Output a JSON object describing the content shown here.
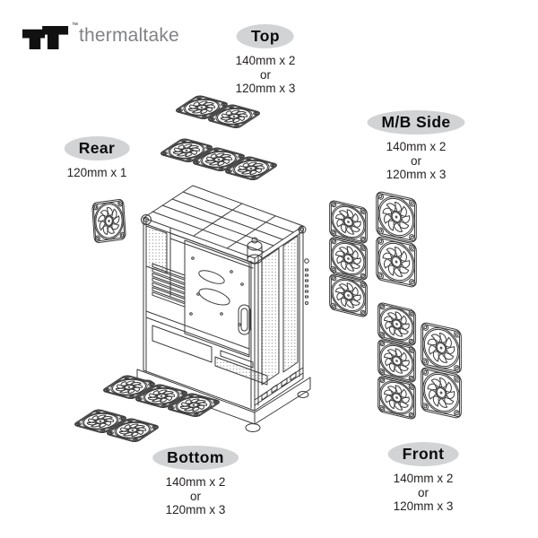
{
  "brand": {
    "name": "thermaltake",
    "trademark": "™",
    "logo_icon": "thermaltake-tt-logo"
  },
  "labels": [
    {
      "id": "top",
      "title": "Top",
      "lines": [
        "140mm x 2",
        "or",
        "120mm x 3"
      ]
    },
    {
      "id": "rear",
      "title": "Rear",
      "lines": [
        "120mm x 1"
      ]
    },
    {
      "id": "mb_side",
      "title": "M/B Side",
      "lines": [
        "140mm x 2",
        "or",
        "120mm x 3"
      ]
    },
    {
      "id": "bottom",
      "title": "Bottom",
      "lines": [
        "140mm x 2",
        "or",
        "120mm x 3"
      ]
    },
    {
      "id": "front",
      "title": "Front",
      "lines": [
        "140mm x 2",
        "or",
        "120mm x 3"
      ]
    }
  ],
  "diagram": {
    "subject": "PC case isometric line drawing with optional fan mounting positions",
    "fan_groups": [
      {
        "id": "top-140",
        "area": "top",
        "fans": 2,
        "size": "140mm"
      },
      {
        "id": "top-120",
        "area": "top",
        "fans": 3,
        "size": "120mm"
      },
      {
        "id": "rear-120",
        "area": "rear",
        "fans": 1,
        "size": "120mm"
      },
      {
        "id": "mb-140",
        "area": "mb_side",
        "fans": 2,
        "size": "140mm"
      },
      {
        "id": "mb-120",
        "area": "mb_side",
        "fans": 3,
        "size": "120mm"
      },
      {
        "id": "front-120",
        "area": "front",
        "fans": 3,
        "size": "120mm"
      },
      {
        "id": "front-140",
        "area": "front",
        "fans": 2,
        "size": "140mm"
      },
      {
        "id": "bottom-120",
        "area": "bottom",
        "fans": 3,
        "size": "120mm"
      },
      {
        "id": "bottom-140",
        "area": "bottom",
        "fans": 2,
        "size": "140mm"
      }
    ]
  },
  "colors": {
    "label_bg": "#d2d3d5",
    "ink": "#231f20",
    "brand_gray": "#808285",
    "line_art": "#3a3a3a"
  }
}
